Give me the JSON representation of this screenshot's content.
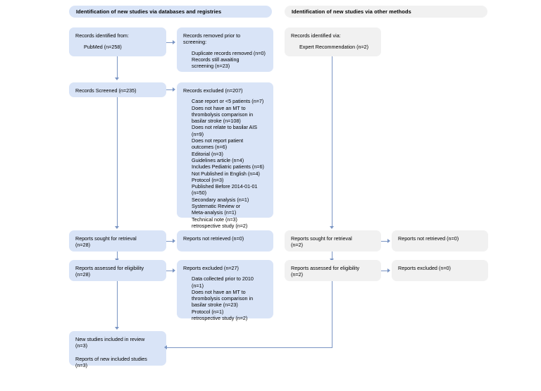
{
  "diagram": {
    "type": "prisma-flow-diagram",
    "colors": {
      "identification_fill": "#d9e4f7",
      "other_methods_fill": "#f1f1f1",
      "connector": "#7a95c4",
      "text": "#000000",
      "background": "#ffffff"
    },
    "columns": [
      {
        "id": "databases",
        "header": "Identification of new studies via databases and registries"
      },
      {
        "id": "other",
        "header": "Identification of new studies via other methods"
      }
    ],
    "boxes": {
      "records_identified": {
        "header": "Records identified from:",
        "sub": "PubMed (n=258)"
      },
      "records_removed": {
        "header": "Records removed prior to\nscreening:",
        "sub": "Duplicate records removed (n=0)\nRecords still awaiting\nscreening (n=23)"
      },
      "records_screened": {
        "header": "Records Screened (n=235)"
      },
      "records_excluded": {
        "header": "Records excluded (n=207)",
        "sub": "Case report or <5 patients (n=7)\nDoes not have an MT to\nthrombolysis comparison in\nbasilar stroke (n=108)\nDoes not relate to basilar AIS\n(n=9)\nDoes not report patient\noutcomes (n=6)\nEditorial (n=3)\nGuidelines article (n=4)\nIncludes Pediatric patients (n=6)\nNot Published in English (n=4)\nProtocol (n=3)\nPublished Before 2014-01-01\n(n=50)\nSecondary analysis (n=1)\nSystematic Review or\nMeta-analysis (n=1)\nTechnical note (n=3)\nretrospective study (n=2)"
      },
      "reports_sought_left": {
        "header": "Reports sought for retrieval\n(n=28)"
      },
      "reports_not_retrieved_left": {
        "header": "Reports not retrieved (n=0)"
      },
      "reports_assessed_left": {
        "header": "Reports assessed for eligibility\n(n=28)"
      },
      "reports_excluded_left": {
        "header": "Reports excluded (n=27)",
        "sub": "Data collected prior to 2010\n(n=1)\nDoes not have an MT to\nthrombolysis comparison in\nbasilar stroke (n=23)\nProtocol (n=1)\nretrospective study (n=2)"
      },
      "records_identified_other": {
        "header": "Records identified via:",
        "sub": "Expert Recommendation (n=2)"
      },
      "reports_sought_right": {
        "header": "Reports sought for retrieval\n(n=2)"
      },
      "reports_not_retrieved_right": {
        "header": "Reports not retrieved (n=0)"
      },
      "reports_assessed_right": {
        "header": "Reports assessed for eligibility\n(n=2)"
      },
      "reports_excluded_right": {
        "header": "Reports excluded (n=0)"
      },
      "included": {
        "line1": "New studies included in review\n(n=3)",
        "line2": "Reports of new included studies\n(n=3)"
      }
    }
  }
}
